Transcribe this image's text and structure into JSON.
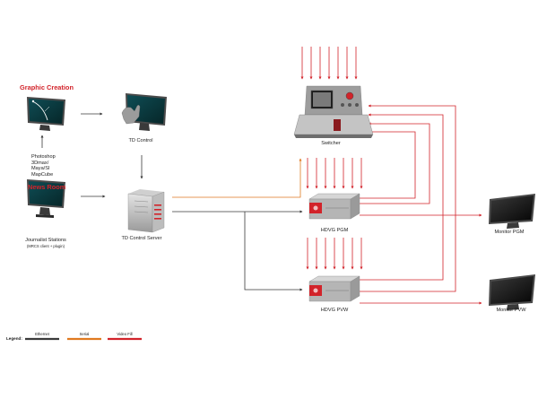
{
  "headings": {
    "graphic_creation": "Graphic Creation",
    "news_room": "News Room"
  },
  "labels": {
    "photoshop_lines": [
      "Photoshop",
      "3Dmax/",
      "Maya/SI",
      "MapCube"
    ],
    "td_control": "TD Control",
    "td_control_server": "TD Control Server",
    "journalist_stations": "Journalist Stations",
    "journalist_note": "(MRCS client + plugin)",
    "switcher": "Switcher",
    "hdvg_pgm": "HDVG PGM",
    "hdvg_pvw": "HDVG PVW",
    "monitor_pgm": "Monitor PGM",
    "monitor_pvw": "Monitor PVW"
  },
  "legend": {
    "title": "Legend:",
    "items": [
      {
        "label": "Ethernet",
        "color": "#3a3a3a"
      },
      {
        "label": "Serial",
        "color": "#e07a20"
      },
      {
        "label": "Video Fill",
        "color": "#d2232a"
      }
    ]
  },
  "colors": {
    "ethernet": "#3a3a3a",
    "serial": "#e07a20",
    "video": "#d2232a",
    "accent": "#d2232a"
  }
}
